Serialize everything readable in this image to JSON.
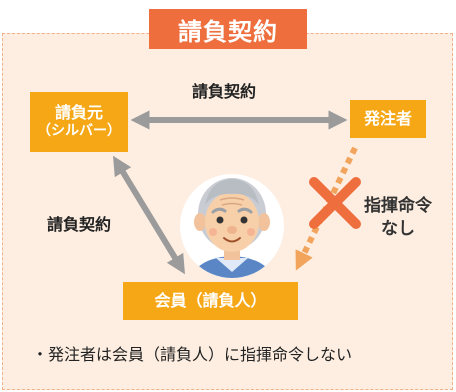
{
  "title": "請負契約",
  "nodes": {
    "contractor": {
      "line1": "請負元",
      "line2": "（シルバー）"
    },
    "orderer": "発注者",
    "member": "会員（請負人）"
  },
  "edges": {
    "contractor_orderer": "請負契約",
    "contractor_member": "請負契約",
    "orderer_member": {
      "line1": "指揮命令",
      "line2": "なし"
    }
  },
  "note": "・発注者は会員（請負人）に指揮命令しない",
  "colors": {
    "title_bg": "#ee6e3e",
    "panel_bg": "#fdeee1",
    "box_bg": "#f6a716",
    "arrow_gray": "#9b9b9b",
    "dotted_arrow": "#f2a45c",
    "cross": "#ee6e3e"
  },
  "icons": [
    "elderly-man-avatar-icon",
    "cross-mark-icon"
  ]
}
